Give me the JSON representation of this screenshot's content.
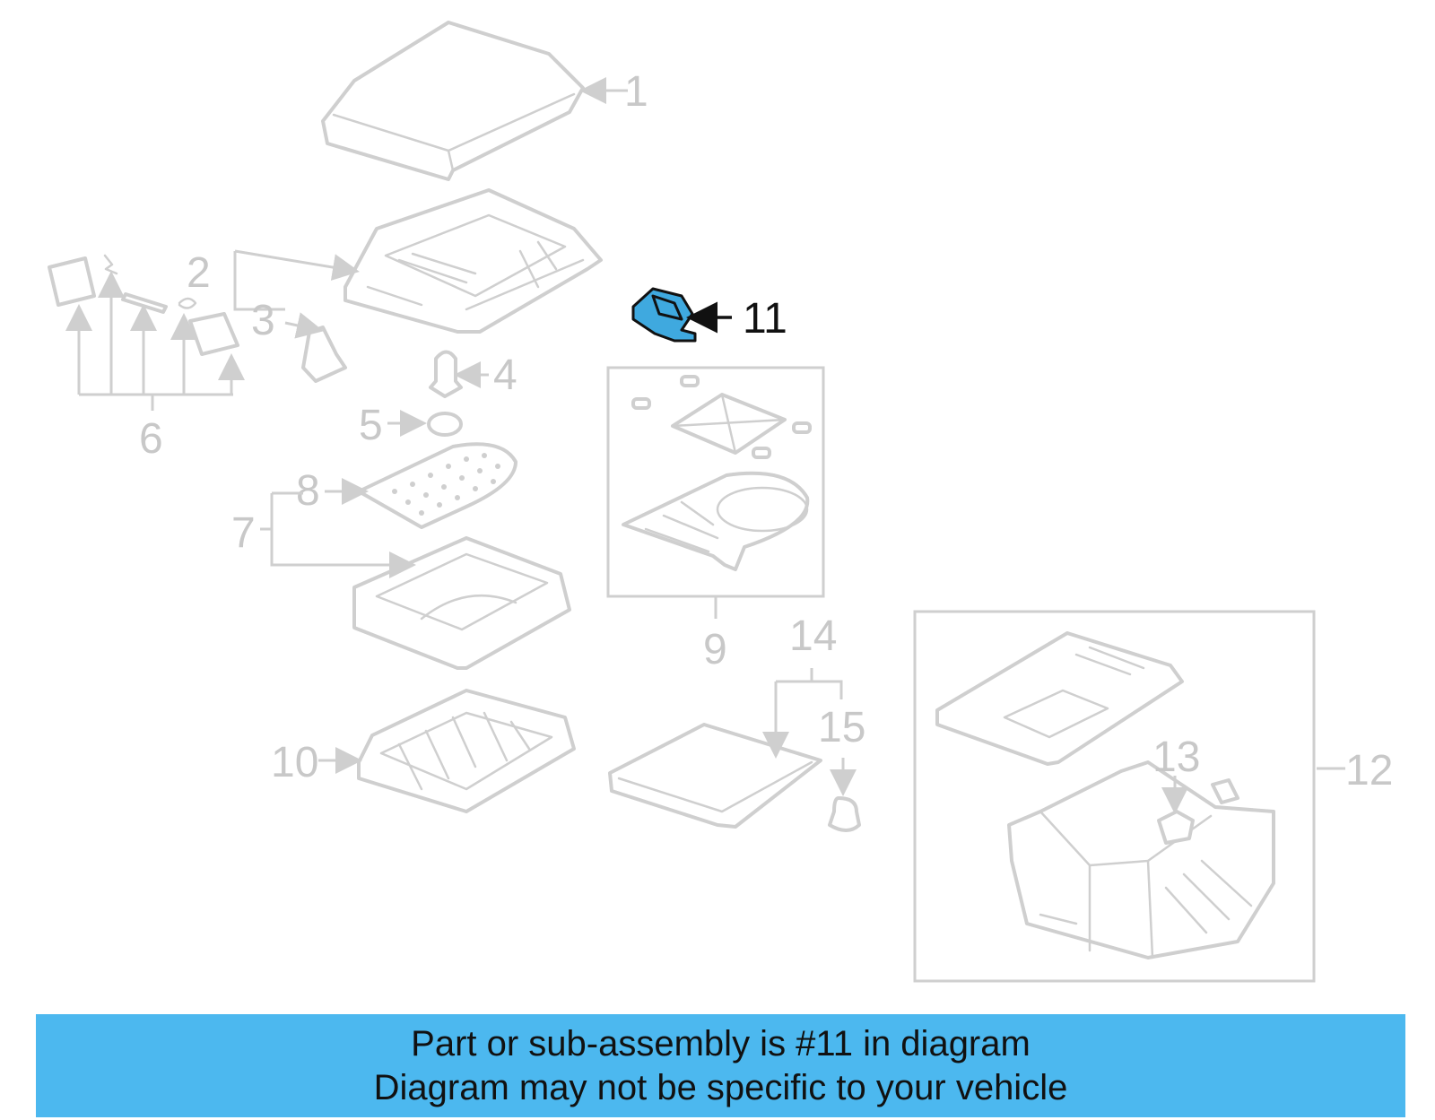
{
  "diagram": {
    "callouts": {
      "c1": "1",
      "c2": "2",
      "c3": "3",
      "c4": "4",
      "c5": "5",
      "c6": "6",
      "c7": "7",
      "c8": "8",
      "c9": "9",
      "c10": "10",
      "c11": "11",
      "c12": "12",
      "c13": "13",
      "c14": "14",
      "c15": "15"
    },
    "highlighted_part": "11",
    "colors": {
      "highlight": "#3fa9df",
      "banner": "#4cb8ef",
      "line": "#cfcfcf"
    }
  },
  "banner": {
    "line1": "Part or sub-assembly is #11 in diagram",
    "line2": "Diagram may not be specific to your vehicle"
  }
}
